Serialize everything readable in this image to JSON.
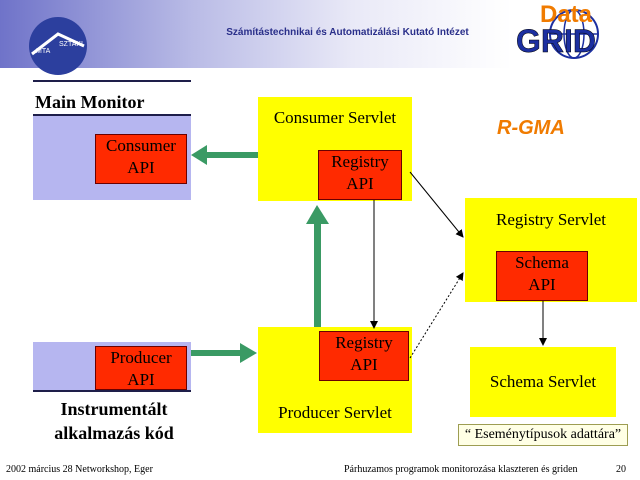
{
  "header": {
    "institute": "Számítástechnikai és Automatizálási Kutató Intézet",
    "logo_left_text": [
      "MTA",
      "SZTAKI"
    ],
    "logo_right_text": [
      "Data",
      "GRID"
    ]
  },
  "diagram": {
    "main_monitor": "Main Monitor",
    "consumer_api": [
      "Consumer",
      "API"
    ],
    "producer_api": [
      "Producer",
      "API"
    ],
    "instrumented": [
      "Instrumentált",
      "alkalmazás kód"
    ],
    "consumer_servlet": "Consumer Servlet",
    "consumer_registry_api": [
      "Registry",
      "API"
    ],
    "producer_registry_api": [
      "Registry",
      "API"
    ],
    "producer_servlet": "Producer Servlet",
    "rgma": "R-GMA",
    "registry_servlet": "Registry Servlet",
    "schema_api": [
      "Schema",
      "API"
    ],
    "schema_servlet": "Schema Servlet",
    "event_types": "“ Eseménytípusok adattára”"
  },
  "footer": {
    "left": "2002 március 28  Networkshop, Eger",
    "center": "Párhuzamos programok monitorozása klaszteren és griden",
    "page": "20"
  },
  "colors": {
    "green_arrow": "#3a9a64",
    "yellow": "#ffff00",
    "red": "#ff2a00",
    "purple": "#b6b6f0",
    "rgma": "#f07b00"
  }
}
